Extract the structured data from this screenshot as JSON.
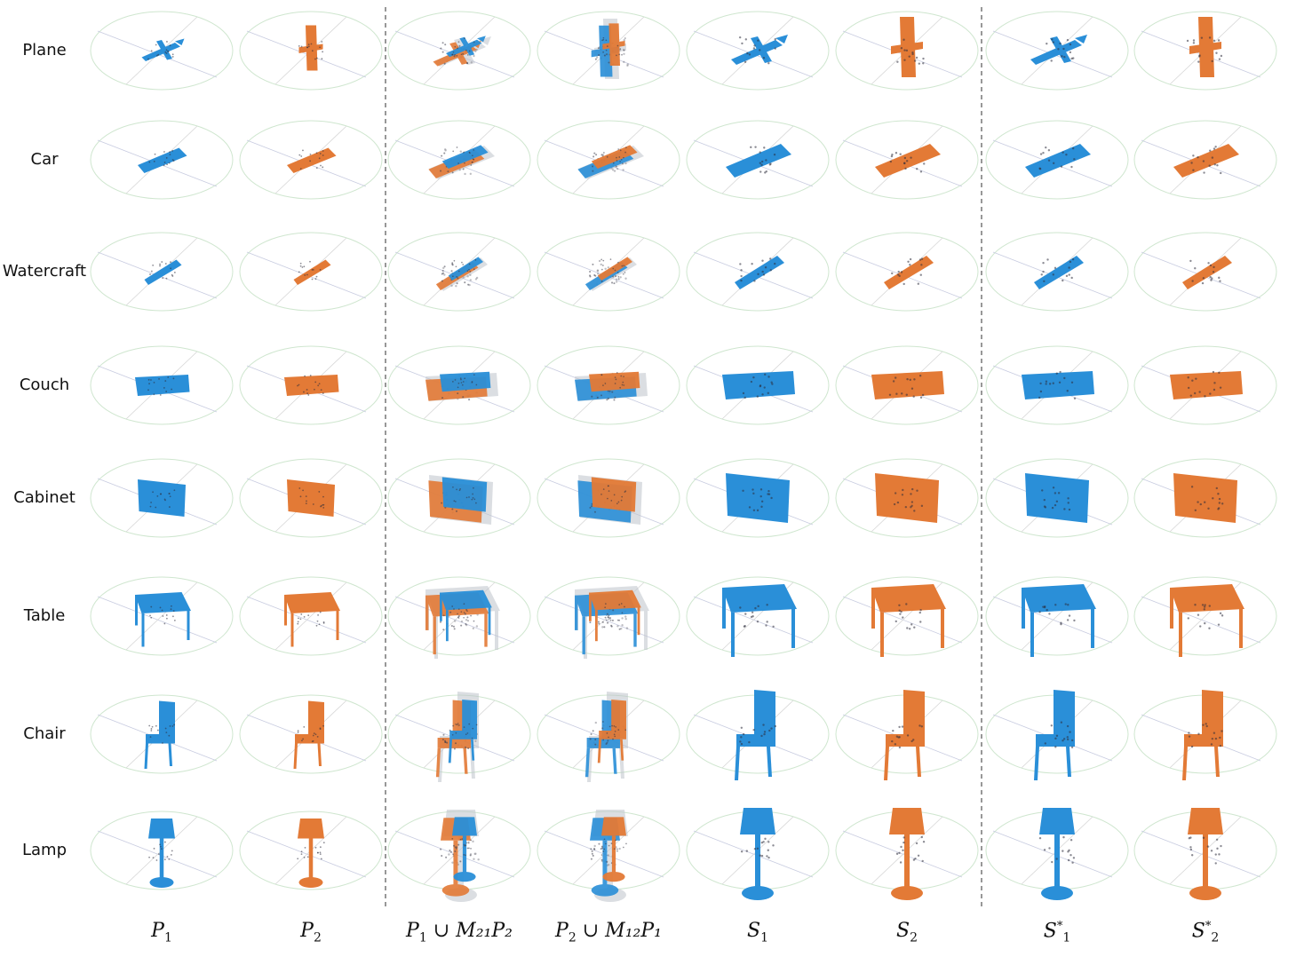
{
  "rows": [
    "Plane",
    "Car",
    "Watercraft",
    "Couch",
    "Cabinet",
    "Table",
    "Chair",
    "Lamp"
  ],
  "columns": [
    {
      "main": "P",
      "sub": "1",
      "sup": "",
      "rest": ""
    },
    {
      "main": "P",
      "sub": "2",
      "sup": "",
      "rest": ""
    },
    {
      "main": "P",
      "sub": "1",
      "sup": "",
      "rest": " ∪ M₂₁P₂"
    },
    {
      "main": "P",
      "sub": "2",
      "sup": "",
      "rest": " ∪ M₁₂P₁"
    },
    {
      "main": "S",
      "sub": "1",
      "sup": "",
      "rest": ""
    },
    {
      "main": "S",
      "sub": "2",
      "sup": "",
      "rest": ""
    },
    {
      "main": "S",
      "sub": "1",
      "sup": "*",
      "rest": ""
    },
    {
      "main": "S",
      "sub": "2",
      "sup": "*",
      "rest": ""
    }
  ],
  "colors": {
    "blue": "#2a8fd8",
    "orange": "#e37a36",
    "gray": "#bfc4cc",
    "ellipse": "#cfe6cf"
  }
}
